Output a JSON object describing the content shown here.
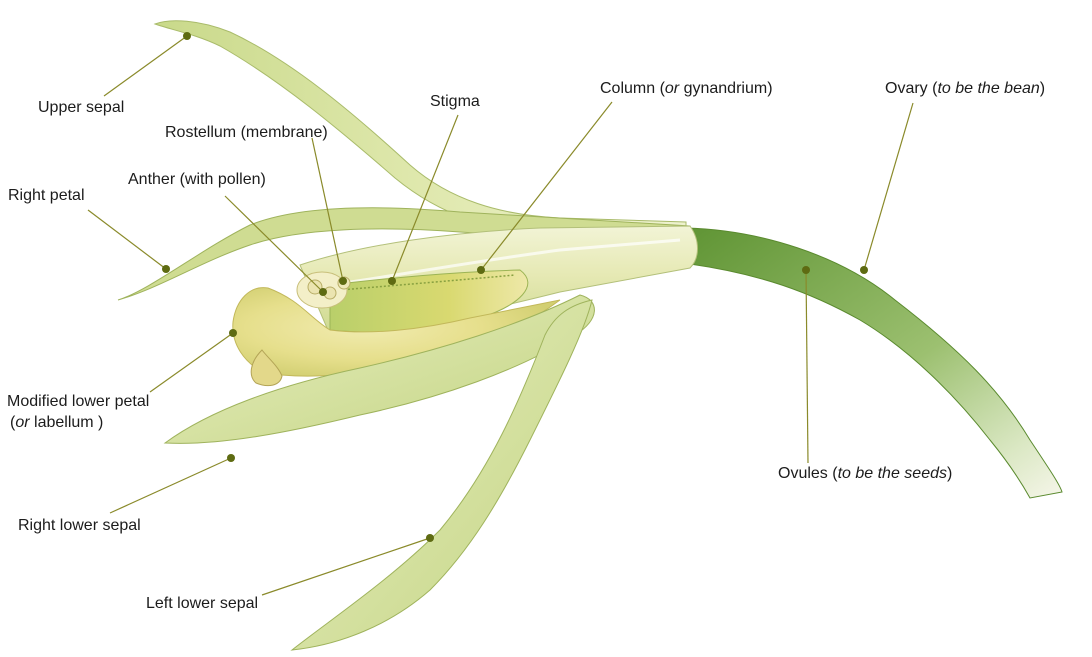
{
  "labels": {
    "upper_sepal": "Upper sepal",
    "rostellum": "Rostellum (membrane)",
    "stigma": "Stigma",
    "column_a": "Column (",
    "column_b": "or",
    "column_c": " gynandrium)",
    "ovary_a": "Ovary (",
    "ovary_b": "to be the bean",
    "ovary_c": ")",
    "anther": "Anther (with pollen)",
    "right_petal": "Right petal",
    "labellum_line1": "Modified lower petal",
    "labellum_a": "(",
    "labellum_b": "or",
    "labellum_c": "  labellum )",
    "right_lower_sepal": "Right lower sepal",
    "left_lower_sepal": "Left lower sepal",
    "ovules_a": "Ovules (",
    "ovules_b": "to be the seeds",
    "ovules_c": ")"
  },
  "colors": {
    "leader_line": "#8a8a2a",
    "leader_dot": "#5e6b12",
    "petal_light": "#eaf0c4",
    "petal_mid": "#d4df95",
    "petal_dark": "#a8bf5a",
    "stem_green": "#6fa03a",
    "stem_pale": "#f4f4e6",
    "column_yellow": "#e2dc6e"
  }
}
